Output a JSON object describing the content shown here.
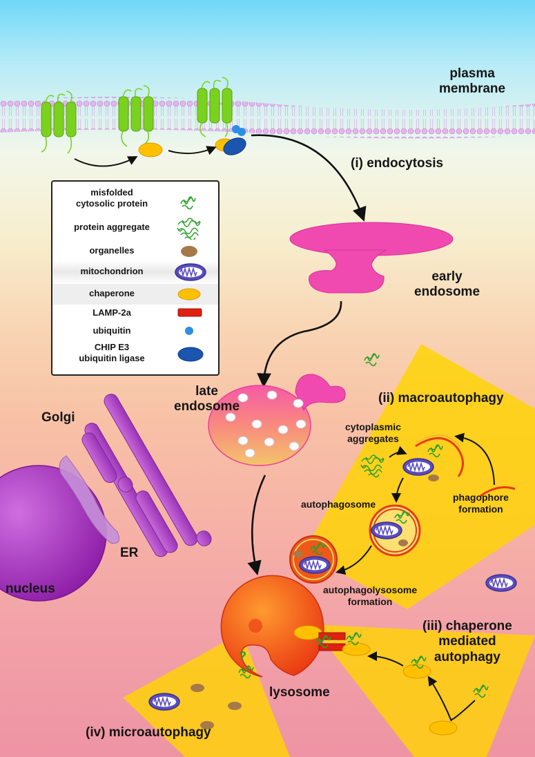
{
  "labels": {
    "plasma_membrane": "plasma\nmembrane",
    "endocytosis": "(i) endocytosis",
    "early_endosome": "early\nendosome",
    "late_endosome": "late\nendosome",
    "golgi": "Golgi",
    "er": "ER",
    "nucleus": "nucleus",
    "lysosome": "lysosome",
    "macroautophagy": "(ii) macroautophagy",
    "cytoplasmic_aggregates": "cytoplasmic\naggregates",
    "autophagosome": "autophagosome",
    "phagophore_formation": "phagophore\nformation",
    "autophagolysosome_formation": "autophagolysosome\nformation",
    "chaperone_mediated": "(iii) chaperone\nmediated\nautophagy",
    "microautophagy": "(iv) microautophagy",
    "question_mark": "?"
  },
  "legend": {
    "items": [
      {
        "label": "misfolded\ncytosolic protein",
        "icon": "misfolded-protein-icon"
      },
      {
        "label": "protein aggregate",
        "icon": "protein-aggregate-icon"
      },
      {
        "label": "organelles",
        "icon": "organelle-icon"
      },
      {
        "label": "mitochondrion",
        "icon": "mitochondrion-icon"
      },
      {
        "label": "chaperone",
        "icon": "chaperone-icon"
      },
      {
        "label": "LAMP-2a",
        "icon": "lamp2a-icon"
      },
      {
        "label": "ubiquitin",
        "icon": "ubiquitin-icon"
      },
      {
        "label": "CHIP E3\nubiquitin ligase",
        "icon": "chip-e3-icon"
      }
    ]
  },
  "colors": {
    "membrane_protein": "#7bd21e",
    "chaperone": "#ffc000",
    "chip_e3": "#1a55b0",
    "ubiquitin": "#2b8fe8",
    "lamp2a": "#e02010",
    "mitochondrion": "#5a4cc0",
    "organelle": "#a57a48",
    "early_endosome": "#f04ab0",
    "golgi_er": "#b84ad0",
    "nucleus": "#a030b8",
    "lysosome": "#f05018",
    "autophagy_zone": "#ffd400",
    "misfolded_protein": "#2aa02a"
  }
}
